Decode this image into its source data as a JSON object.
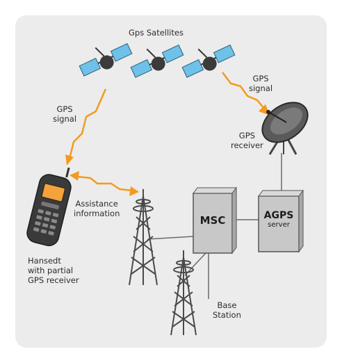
{
  "labels": {
    "satellites": "Gps Satellites",
    "gps_signal_left": [
      "GPS",
      "signal"
    ],
    "gps_signal_right": [
      "GPS",
      "signal"
    ],
    "gps_receiver": [
      "GPS",
      "receiver"
    ],
    "assistance": [
      "Assistance",
      "information"
    ],
    "handset": [
      "Hansedt",
      "with partial",
      "GPS receiver"
    ],
    "base_station": [
      "Base",
      "Station"
    ]
  },
  "boxes": {
    "msc": "MSC",
    "agps": [
      "AGPS",
      "server"
    ]
  },
  "colors": {
    "panel": "#ececec",
    "signal": "#f39a1e",
    "box": "#c8c8c8",
    "box_stroke": "#555555",
    "tower": "#4a4a4a",
    "satellite_panel": "#6ec1e8",
    "phone_screen": "#f6a23a",
    "line": "#6a6a6a"
  },
  "icons": [
    "satellite-icon",
    "satellite-dish-icon",
    "cell-tower-icon",
    "mobile-phone-icon",
    "signal-bolt-icon"
  ]
}
